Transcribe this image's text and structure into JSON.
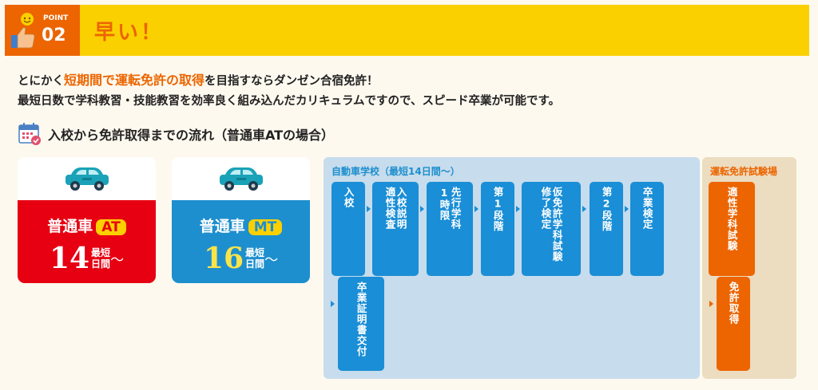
{
  "header": {
    "point_label": "POINT",
    "point_number": "02",
    "title": "早い！"
  },
  "intro": {
    "line1_pre": "とにかく",
    "line1_highlight": "短期間で運転免許の取得",
    "line1_post": "を目指すならダンゼン合宿免許！",
    "line2": "最短日数で学科教習・技能教習を効率良く組み込んだカリキュラムですので、スピード卒業が可能です。"
  },
  "flow": {
    "title": "入校から免許取得までの流れ（普通車ATの場合）"
  },
  "cards": [
    {
      "name": "普通車",
      "badge": "AT",
      "days": "14",
      "label_line1": "最短",
      "label_line2": "日間",
      "suffix": "〜"
    },
    {
      "name": "普通車",
      "badge": "MT",
      "days": "16",
      "label_line1": "最短",
      "label_line2": "日間",
      "suffix": "〜"
    }
  ],
  "school": {
    "title": "自動車学校（最短14日間〜）",
    "steps": [
      {
        "cols": [
          "入校"
        ]
      },
      {
        "cols": [
          "入校説明",
          "適性検査"
        ]
      },
      {
        "cols": [
          "先行学科",
          "1時限"
        ]
      },
      {
        "cols": [
          "第1段階"
        ]
      },
      {
        "cols": [
          "仮免許学科試験",
          "修了検定"
        ]
      },
      {
        "cols": [
          "第2段階"
        ]
      },
      {
        "cols": [
          "卒業検定"
        ]
      },
      {
        "cols": [
          "卒業証明書交付"
        ]
      }
    ]
  },
  "exam": {
    "title": "運転免許試験場",
    "steps": [
      {
        "cols": [
          "適性学科試験"
        ]
      },
      {
        "cols": [
          "免許取得"
        ]
      }
    ]
  },
  "colors": {
    "header_yellow": "#fbd000",
    "accent_orange": "#ec6500",
    "at_red": "#e60012",
    "mt_blue": "#1d8fce",
    "step_blue": "#1a8ed6",
    "car_teal": "#1aa2b8"
  },
  "icons": {
    "thumb": "thumbs-up-icon",
    "calendar": "calendar-icon",
    "car": "car-icon"
  }
}
